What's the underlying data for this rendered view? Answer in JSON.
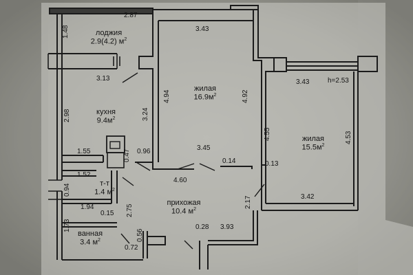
{
  "plan": {
    "ceiling_height": "h=2.53",
    "rooms": {
      "loggia": {
        "name": "лоджия",
        "area": "2.9(4.2)",
        "unit": "м",
        "sup": "2"
      },
      "kitchen": {
        "name": "кухня",
        "area": "9.4",
        "unit": "м",
        "sup": "2"
      },
      "living_center": {
        "name": "жилая",
        "area": "16.9",
        "unit": "м",
        "sup": "2"
      },
      "living_right": {
        "name": "жилая",
        "area": "15.5",
        "unit": "м",
        "sup": "2"
      },
      "toilet": {
        "name": "т-т",
        "area": "1.4",
        "unit": "м",
        "sup": "2"
      },
      "hallway": {
        "name": "прихожая",
        "area": "10.4",
        "unit": "м",
        "sup": "2"
      },
      "bathroom": {
        "name": "ванная",
        "area": "3.4",
        "unit": "м",
        "sup": "2"
      }
    },
    "dimensions": {
      "loggia_top": "2.87",
      "loggia_side": "1.48",
      "kitchen_top": "3.13",
      "kitchen_side": "2.98",
      "kitchen_bottom": "1.55",
      "kitchen_inner": "3.24",
      "living_center_top": "3.43",
      "living_center_left": "4.94",
      "living_center_right": "4.92",
      "living_center_bottom": "3.45",
      "living_right_top": "3.43",
      "living_right_left": "4.55",
      "living_right_right": "4.53",
      "living_right_bottom": "3.42",
      "door_096": "0.96",
      "stub_047": "0.47",
      "stub_014": "0.14",
      "stub_013": "0.13",
      "corridor_460": "4.60",
      "toilet_top": "1.52",
      "toilet_side": "0.94",
      "bath_top": "1.94",
      "bath_inner": "0.15",
      "bath_side": "1.73",
      "hall_side": "2.75",
      "bath_056": "0.56",
      "bath_072": "0.72",
      "hall_028": "0.28",
      "hall_bottom": "3.93",
      "hall_right": "2.17"
    }
  }
}
